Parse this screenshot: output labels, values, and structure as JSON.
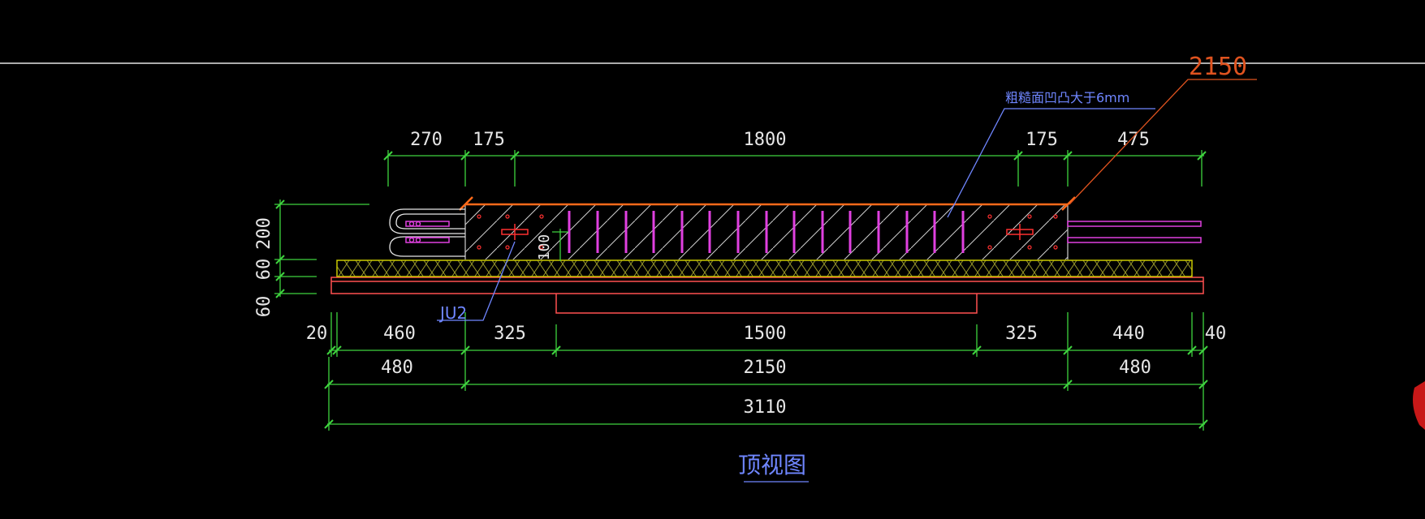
{
  "drawing": {
    "top_dims": [
      "270",
      "175",
      "1800",
      "175",
      "475"
    ],
    "left_dims": [
      "200",
      "60",
      "60"
    ],
    "bottom_row1": [
      "20",
      "460",
      "325",
      "1500",
      "325",
      "440",
      "40"
    ],
    "bottom_row2": [
      "480",
      "2150",
      "480"
    ],
    "bottom_row3": "3110",
    "inner_dim": "100",
    "callout_rough": "粗糙面凹凸大于6mm",
    "callout_length": "2150",
    "callout_ju2": "JU2",
    "caption": "顶视图"
  },
  "colors": {
    "background": "#000000",
    "dimension_line": "#3fd43f",
    "outline_orange": "#ff6a1a",
    "rebar_magenta": "#e040e0",
    "bearing_pad_yellow": "#c8c800",
    "base_red": "#ff5050",
    "callout_blue": "#6f86ff"
  }
}
